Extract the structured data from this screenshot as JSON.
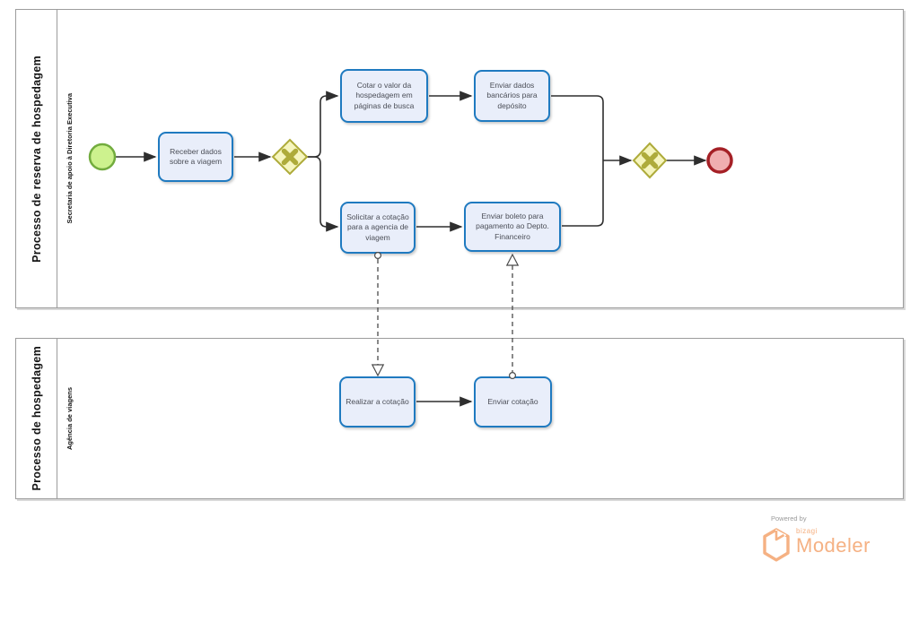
{
  "pools": [
    {
      "name": "Processo de reserva de hospedagem",
      "lane": "Secretaria de apoio à Diretoria Executiva"
    },
    {
      "name": "Processo de hospedagem",
      "lane": "Agência de viagens"
    }
  ],
  "tasks": {
    "receber": "Receber dados sobre a viagem",
    "cotar": "Cotar o valor da hospedagem em páginas de busca",
    "enviar_dados": "Enviar dados bancários para depósito",
    "solicitar": "Solicitar a cotação para a agencia de viagem",
    "enviar_boleto": "Enviar boleto para pagamento ao Depto. Financeiro",
    "realizar": "Realizar a cotação",
    "enviar_cotacao": "Enviar cotação"
  },
  "branding": {
    "powered_by": "Powered by",
    "brand": "bizagi",
    "product": "Modeler"
  },
  "colors": {
    "task_fill": "#e9eefa",
    "task_border": "#1f7ac0",
    "text": "#4b4e57",
    "gw_fill": "#f6f5be",
    "gw_border": "#aeab3a",
    "start_fill": "#cdf28e",
    "start_border": "#72ac3e",
    "end_fill": "#f0aeb0",
    "end_border": "#a52026",
    "flow": "#2e2e2e",
    "msg": "#4a4a4a",
    "pool_border": "#9c9c9c",
    "logo_orange": "#f5b183",
    "logo_gray": "#9b9b9b"
  }
}
